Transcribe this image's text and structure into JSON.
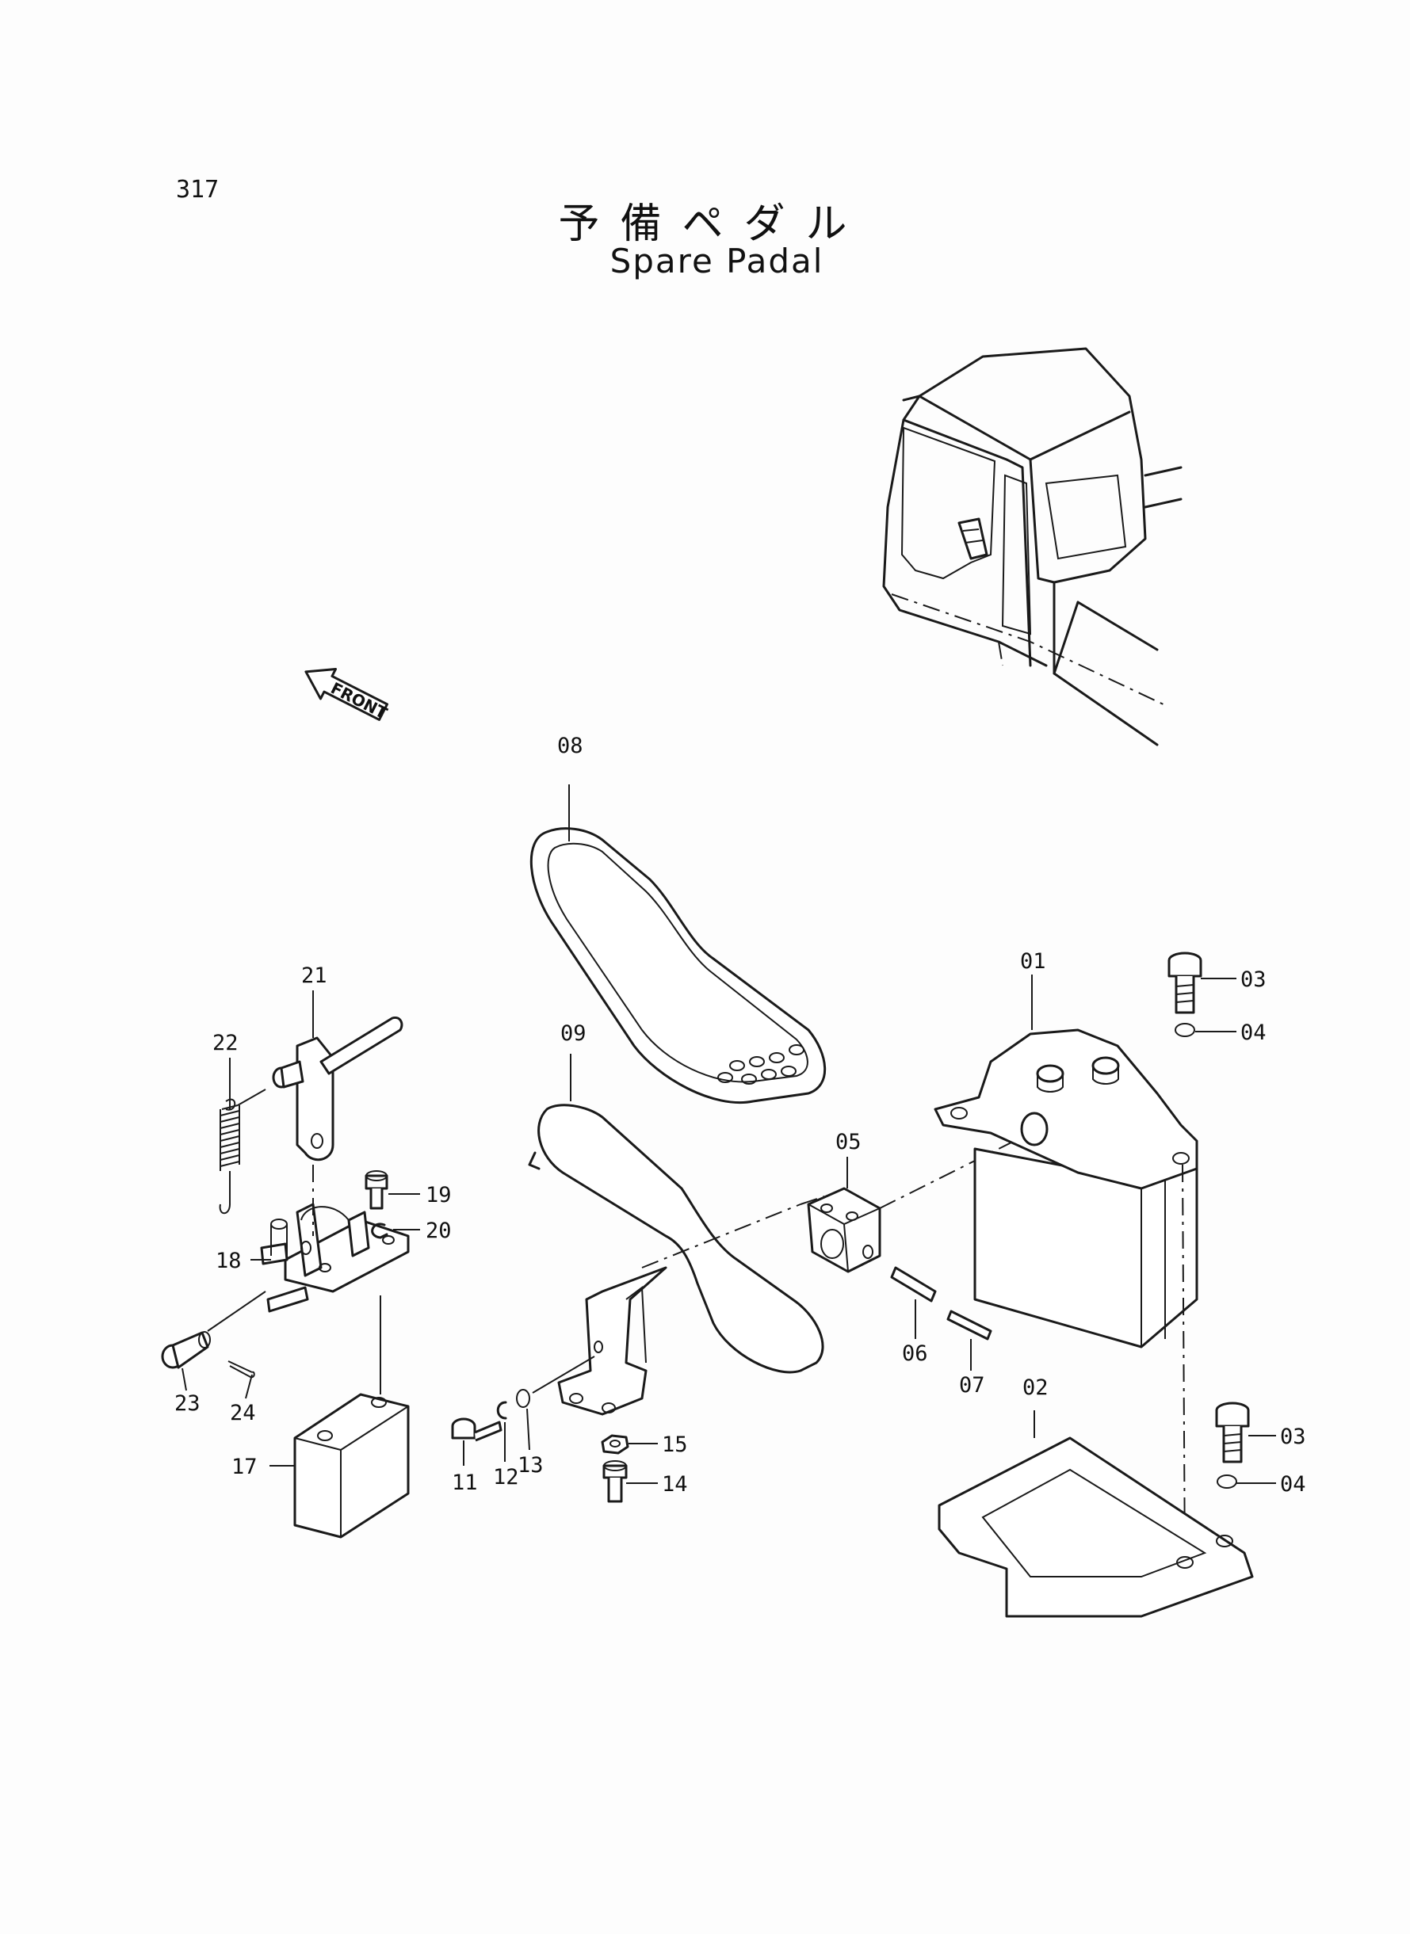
{
  "page_number": "317",
  "title_jp": "予備ペダル",
  "title_en": "Spare Padal",
  "front_arrow_label": "FRONT",
  "parts": [
    {
      "id": "01",
      "label": "01"
    },
    {
      "id": "02",
      "label": "02"
    },
    {
      "id": "03a",
      "label": "03"
    },
    {
      "id": "04a",
      "label": "04"
    },
    {
      "id": "03b",
      "label": "03"
    },
    {
      "id": "04b",
      "label": "04"
    },
    {
      "id": "05",
      "label": "05"
    },
    {
      "id": "06",
      "label": "06"
    },
    {
      "id": "07",
      "label": "07"
    },
    {
      "id": "08",
      "label": "08"
    },
    {
      "id": "09",
      "label": "09"
    },
    {
      "id": "11",
      "label": "11"
    },
    {
      "id": "12",
      "label": "12"
    },
    {
      "id": "13",
      "label": "13"
    },
    {
      "id": "14",
      "label": "14"
    },
    {
      "id": "15",
      "label": "15"
    },
    {
      "id": "17",
      "label": "17"
    },
    {
      "id": "18",
      "label": "18"
    },
    {
      "id": "19",
      "label": "19"
    },
    {
      "id": "20",
      "label": "20"
    },
    {
      "id": "21",
      "label": "21"
    },
    {
      "id": "22",
      "label": "22"
    },
    {
      "id": "23",
      "label": "23"
    },
    {
      "id": "24",
      "label": "24"
    }
  ]
}
